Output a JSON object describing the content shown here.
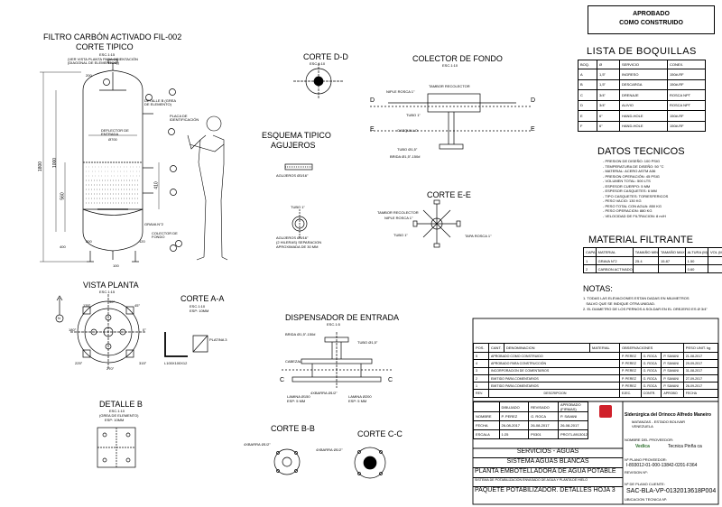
{
  "stamp": {
    "line1": "APROBADO",
    "line2": "COMO CONSTRUIDO"
  },
  "main_title": "FILTRO CARBÓN ACTIVADO FIL-002",
  "views": {
    "corte_tipico": {
      "title": "CORTE TIPICO",
      "scale": "ESC.1:15",
      "note": "(VER VISTA PLANTA PARA ORIENTACIÓN (DIAGONAL DE ELEMENTOS))",
      "dim_total": "1800",
      "dim_mid": "1000",
      "dim_560": "560",
      "dim_410": "410",
      "dim_200a": "200",
      "dim_200b": "200",
      "dim_100": "100",
      "dim_400": "400",
      "dim_120": "120",
      "dim_900": "Ø700",
      "label_defl": "DEFLECTOR DE ENTRADA",
      "label_placa": "PLACA DE IDENTIFICACIÓN",
      "label_detalle": "DETALLE B (GREA DE ELEMENTO)",
      "label_grava": "GRAVA N°2",
      "label_colector": "COLECTOR DE FONDO"
    },
    "corte_dd": {
      "title": "CORTE D-D",
      "scale": "ESC.1:10"
    },
    "colector": {
      "title": "COLECTOR DE FONDO",
      "scale": "ESC.1:10",
      "l1": "TAMBOR RECOLECTOR",
      "l2": "NIPLE ROSCA 1\"",
      "l3": "TUBO 1\"",
      "l4": "CASQUILLO",
      "l5": "TUBO Ø1,5\"",
      "l6": "BRIDA Ø1,5\"-150#",
      "d1": "D",
      "d2": "D",
      "e1": "E",
      "e2": "E"
    },
    "esquema": {
      "title": "ESQUEMA TIPICO",
      "title2": "AGUJEROS",
      "l1": "AGUJEROS Ø3/16\"",
      "l2": "TUBO 1\"",
      "l3": "AGUJEROS Ø3/16\"",
      "l4": "(2 HILERAS) SEPARACION",
      "l5": "APROXIMADA DE 30 MM"
    },
    "corte_ee": {
      "title": "CORTE E-E",
      "l1": "TAMBOR RECOLECTOR",
      "l2": "NIPLE ROSCA 1\"",
      "l3": "TUBO 1\"",
      "l4": "TAPA ROSCA 1\""
    },
    "vista_planta": {
      "title": "VISTA PLANTA",
      "scale": "ESC.1:15",
      "a1": "135°",
      "a2": "90°",
      "a3": "45°",
      "a4": "180°",
      "a5": "0°",
      "a6": "225°",
      "a7": "315°",
      "a8": "270°",
      "n": "N"
    },
    "corte_aa": {
      "title": "CORTE A-A",
      "scale": "ESC.1:10",
      "esp": "ESP: 10MM",
      "l1": "L100X100X12",
      "l2": "PLATINA 3"
    },
    "dispensador": {
      "title": "DISPENSADOR DE ENTRADA",
      "scale": "ESC.1:5",
      "l1": "BRIDA Ø1,5\"-150#",
      "l2": "TUBO Ø1,5\"",
      "l3": "CABEZAL",
      "l4": "LAMINA Ø150",
      "l5": "ESP: 5 MM",
      "l6": "4XBARRA Ø1/2\"",
      "l7": "LAMINA Ø200",
      "l8": "ESP: 5 MM",
      "c1": "C",
      "c2": "C"
    },
    "detalle_b": {
      "title": "DETALLE B",
      "scale": "ESC.1:10",
      "s2": "(GREA DE ELEMENTO)",
      "esp": "ESP: 10MM"
    },
    "corte_bb": {
      "title": "CORTE B-B",
      "l1": "4XBARRA Ø1/2\""
    },
    "corte_cc": {
      "title": "CORTE C-C",
      "l1": "4XBARRA Ø1/2\""
    }
  },
  "boquillas": {
    "title": "LISTA DE BOQUILLAS",
    "headers": [
      "BOQ.",
      "Ø",
      "SERVICIO",
      "CONEX."
    ],
    "rows": [
      [
        "A",
        "1,5\"",
        "INGRESO",
        "150#-RF"
      ],
      [
        "B",
        "1,5\"",
        "DESCARGA",
        "150#-RF"
      ],
      [
        "C",
        "3/4\"",
        "DRENAJE",
        "ROSCA NPT"
      ],
      [
        "D",
        "3/4\"",
        "ALIVIO",
        "ROSCA NPT"
      ],
      [
        "E",
        "6\"",
        "HAND-HOLE",
        "150#-RF"
      ],
      [
        "F",
        "6\"",
        "HAND-HOLE",
        "150#-RF"
      ]
    ]
  },
  "datos": {
    "title": "DATOS TECNICOS",
    "lines": [
      "- PRESION DE DISEÑO: 100 PSIG",
      "- TEMPERATURA DE DISEÑO: 50 °C",
      "- MATERIAL: ACERO ASTM A36",
      "- PRESION OPERACIÓN: 45 PSIG",
      "- VOLUMEN TOTAL: 500 LTS",
      "- ESPESOR CUERPO: 5 MM",
      "- ESPESOR CASQUETES: 6 MM",
      "- TIPO CASQUETES: TORIESFERICOS",
      "- PESO VACIO: 130 KG",
      "- PESO TOTAL CON AGUA: 850 KG",
      "- PESO OPERACION: 880 KG",
      "- VELOCIDAD DE FILTRACION: 8 m/H"
    ]
  },
  "material": {
    "title": "MATERIAL FILTRANTE",
    "headers": [
      "CAPA",
      "MATERIAL",
      "TAMAÑO MIN",
      "TAMAÑO MAX",
      "ALTURA (M)",
      "VOL (M3)"
    ],
    "rows": [
      [
        "1",
        "GRAVA N°2",
        "25.4",
        "15.87",
        "1.50",
        ""
      ],
      [
        "2",
        "CARBON ACTIVADO",
        "",
        "",
        "0.60",
        ""
      ]
    ]
  },
  "notas": {
    "title": "NOTAS:",
    "lines": [
      "1. TODAS LAS ELEVACIONES ESTAN DADAS EN MILIMETROS",
      "   SALVO QUE SE INDIQUE OTRA UNIDAD.",
      "2. EL DIAMETRO DE LOS PERNOS A SOLDAR EN EL OREJERO ES Ø 3/4\""
    ]
  },
  "revisiones": {
    "headers": [
      "POS.",
      "CANT.",
      "DENOMINACION",
      "MATERIAL",
      "OBSERVACIONES",
      "PESO UNIT. kg"
    ],
    "rows": [
      [
        "5",
        "APROBADO COMO CONSTRUIDO",
        "P. PEREZ",
        "G. ROCA",
        "P. SAVANI",
        "21-08-2017"
      ],
      [
        "4",
        "APROBADO PARA CONSTRUCCIÓN",
        "P. PEREZ",
        "G. ROCA",
        "P. SAVANI",
        "29-09-2017"
      ],
      [
        "3",
        "INCORPORACION DE COMENTARIOS",
        "P. PEREZ",
        "G. ROCA",
        "P. SAVANI",
        "31-08-2017"
      ],
      [
        "2",
        "EMITIDO PARA COMENTARIOS",
        "P. PEREZ",
        "G. ROCA",
        "P. SAVANI",
        "27-09-2017"
      ],
      [
        "1",
        "EMITIDO PARA COMENTARIOS",
        "P. PEREZ",
        "G. ROCA",
        "P. SAVANI",
        "26-09-2017"
      ]
    ],
    "footer": [
      "REV.",
      "DESCRIPCION",
      "EJEC.",
      "CONTR.",
      "APROBO",
      "FECHA"
    ]
  },
  "titleblock": {
    "dibujado": "DIBUJADO",
    "revisado": "REVISADO",
    "aprobado": "APROBADO (FIRMAS)",
    "nombre": "NOMBRE",
    "n1": "P. PEREZ",
    "n2": "G. ROCA",
    "n3": "P. SAVANI",
    "fecha": "FECHA",
    "f1": "26-08-2017",
    "f2": "26-08-2017",
    "f3": "26-08-2017",
    "escala": "ESCALA",
    "escala_val": "1:25",
    "num": "Nº",
    "code1": "P0301",
    "code2": "PRO71-8913012",
    "client": "Siderúrgica del Orinoco Alfredo Maneiro",
    "client2": "MATANZAS - ESTADO BOLIVAR",
    "client3": "VENEZUELA",
    "contractor_label": "NOMBRE DEL PROVEEDOR:",
    "contractor": "Vedica",
    "contractor2": "Tecnica Pinña ca",
    "prov_label": "Nº PLANO PROVEEDOR:",
    "prov_no": "I-893012-01-000-13842-0201-F364",
    "rev_label": "REVISION Nº:",
    "cliente_label": "Nº DE PLANO CLIENTE:",
    "cliente_no": "SAC-BLA-VP-0132013618P004",
    "ubic_label": "UBICACION TECNICA Nº:",
    "l1": "SERVICIOS - AGUAS",
    "l2": "SISTEMA AGUAS BLANCAS",
    "l3": "PLANTA EMBOTELLADORA DE AGUA POTABLE",
    "l4": "SISTEMA DE POTABILIZACION ENVASADO DE AGUA Y PLANTA DE HIELO",
    "l5": "PAQUETE POTABILIZADOR. DETALLES HOJA 3"
  }
}
